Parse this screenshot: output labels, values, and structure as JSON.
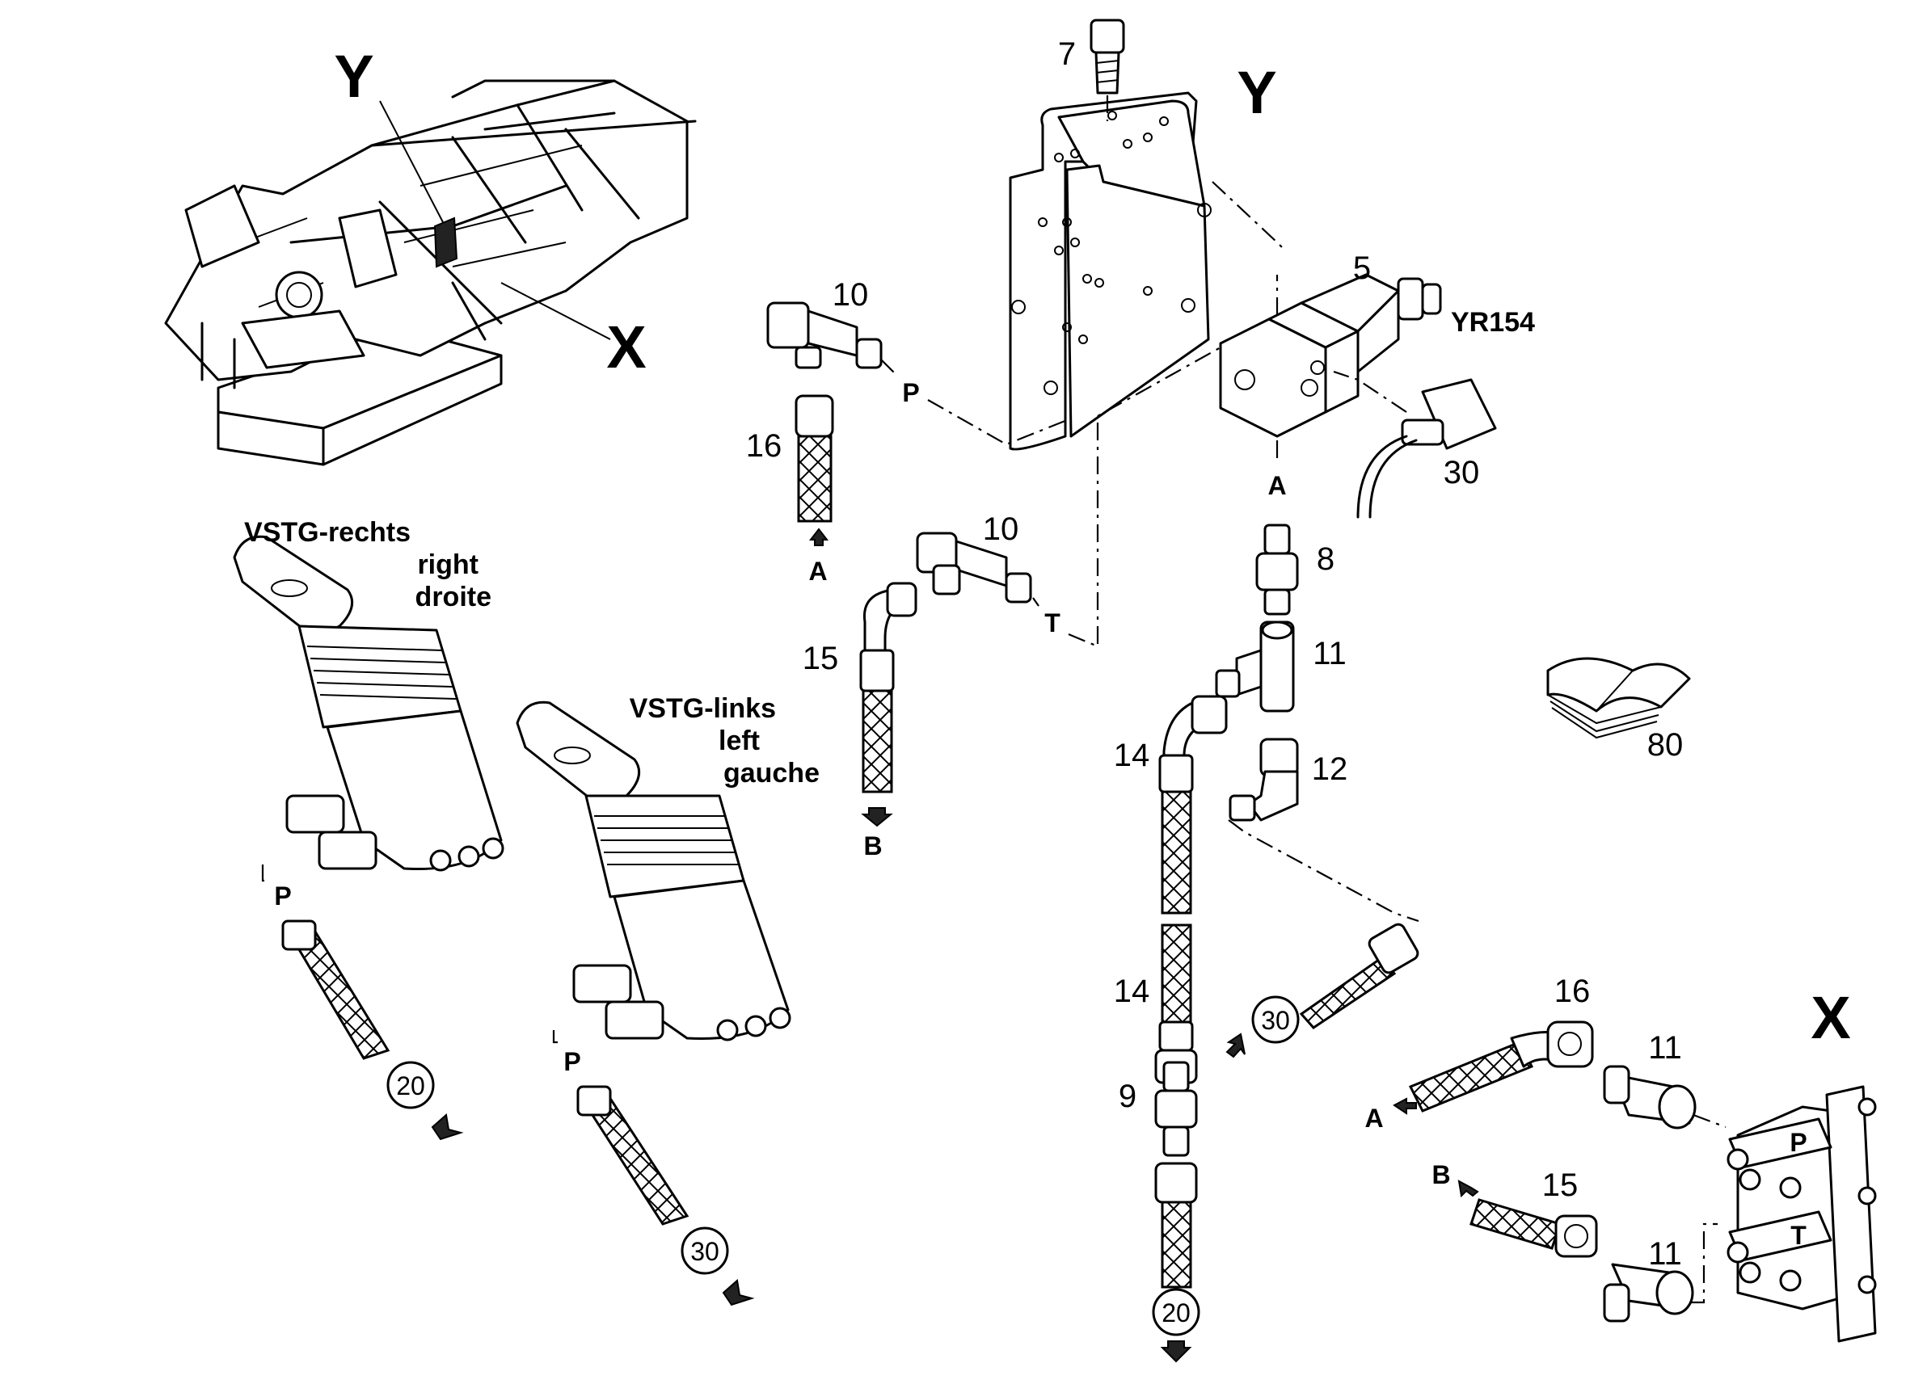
{
  "view_labels": {
    "y_top": "Y",
    "x_top": "X",
    "y_detail": "Y",
    "x_detail": "X"
  },
  "valve_right": {
    "line1": "VSTG-rechts",
    "line2": "right",
    "line3": "droite"
  },
  "valve_left": {
    "line1": "VSTG-links",
    "line2": "left",
    "line3": "gauche"
  },
  "solenoid": "YR154",
  "part_numbers": {
    "p7": "7",
    "p5": "5",
    "p10a": "10",
    "p10b": "10",
    "p16a": "16",
    "p16b": "16",
    "p30": "30",
    "p8": "8",
    "p11a": "11",
    "p11b": "11",
    "p11c": "11",
    "p15a": "15",
    "p15b": "15",
    "p14a": "14",
    "p14b": "14",
    "p12": "12",
    "p9": "9",
    "p80": "80"
  },
  "ports": {
    "p_upper": "P",
    "a_upper": "A",
    "t_mid": "T",
    "b_mid": "B",
    "a_solenoid": "A",
    "p_right_valve": "P",
    "p_left_valve": "P",
    "a_x": "A",
    "b_x": "B",
    "p_block": "P",
    "t_block": "T"
  },
  "circled_refs": {
    "c20_right": "20",
    "c30_left": "30",
    "c30_mid": "30",
    "c20_bottom": "20"
  }
}
